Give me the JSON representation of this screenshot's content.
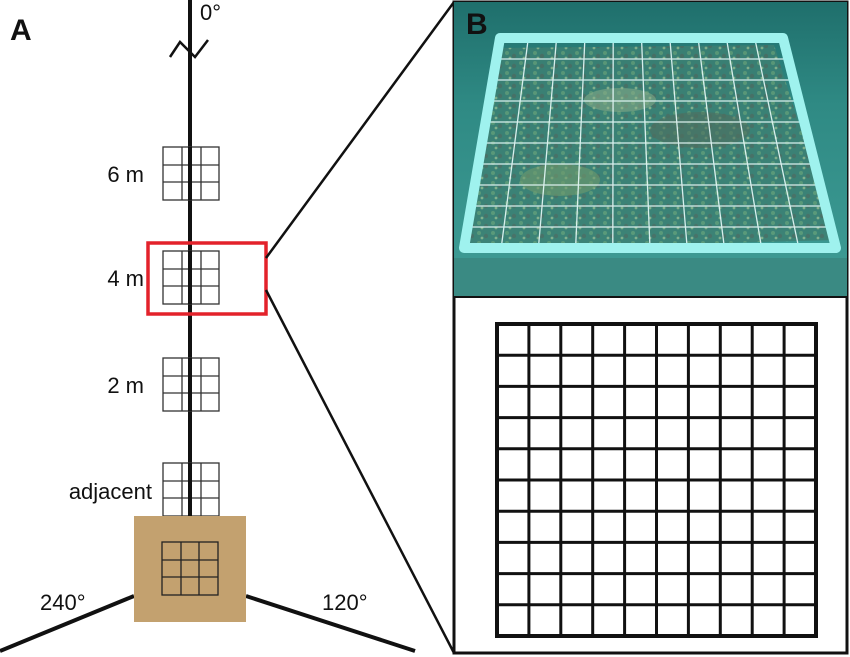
{
  "panel_a": {
    "label": "A",
    "angle_top": "0°",
    "angle_left": "240°",
    "angle_right": "120°",
    "quadrats": [
      {
        "label": "6 m"
      },
      {
        "label": "4 m",
        "highlighted": true
      },
      {
        "label": "2 m"
      },
      {
        "label": "adjacent"
      }
    ],
    "central_plot": {
      "grid": "3x3"
    }
  },
  "panel_b": {
    "label": "B",
    "photo_description": "underwater photo of grid quadrat over coral",
    "schematic_grid": {
      "rows": 10,
      "cols": 10
    }
  },
  "colors": {
    "highlight": "#e3222b",
    "central_plot": "#c3a16f",
    "water": "#2f8f88",
    "pvc_frame": "#9ff2ee",
    "line": "#111111"
  },
  "icons": {
    "break_mark": "zigzag-break-icon"
  }
}
